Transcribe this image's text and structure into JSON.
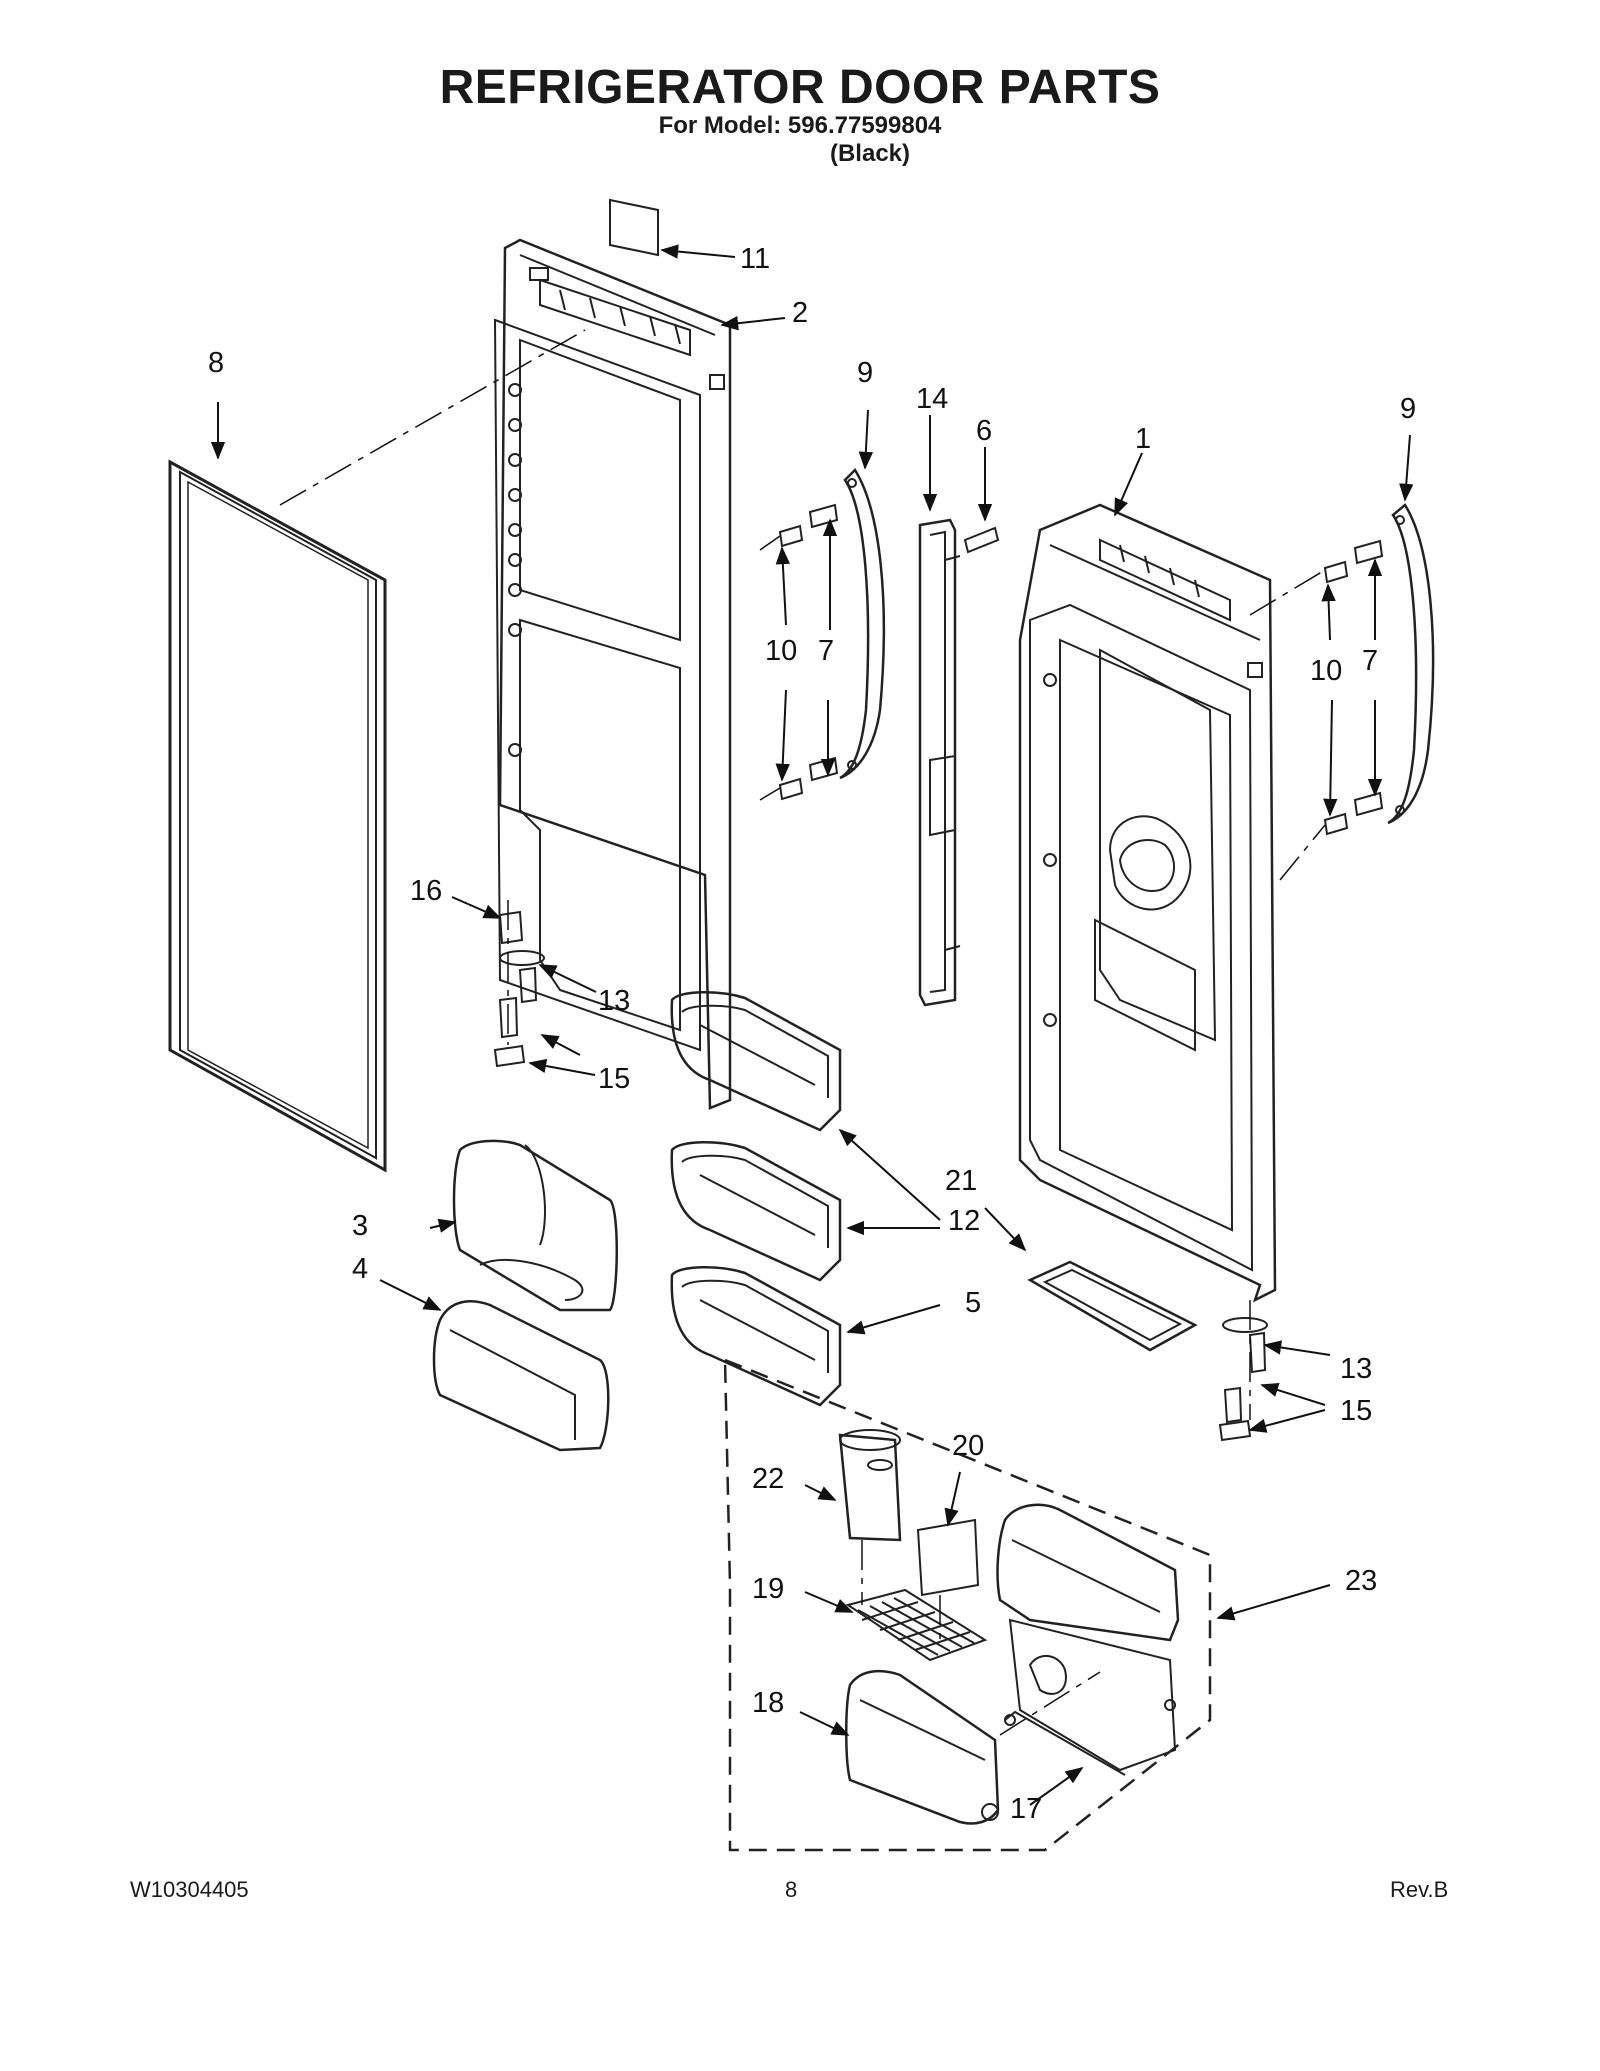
{
  "header": {
    "title": "REFRIGERATOR DOOR PARTS",
    "model_line": "For Model: 596.77599804",
    "variant_line": "(Black)"
  },
  "footer": {
    "doc_number": "W10304405",
    "page_number": "8",
    "revision": "Rev.B"
  },
  "callouts": {
    "c1": "1",
    "c2": "2",
    "c3": "3",
    "c4": "4",
    "c5": "5",
    "c6": "6",
    "c7a": "7",
    "c7b": "7",
    "c8": "8",
    "c9a": "9",
    "c9b": "9",
    "c10a": "10",
    "c10b": "10",
    "c11": "11",
    "c12": "12",
    "c13a": "13",
    "c13b": "13",
    "c14": "14",
    "c15a": "15",
    "c15b": "15",
    "c16": "16",
    "c17": "17",
    "c18": "18",
    "c19": "19",
    "c20": "20",
    "c21": "21",
    "c22": "22",
    "c23": "23"
  }
}
